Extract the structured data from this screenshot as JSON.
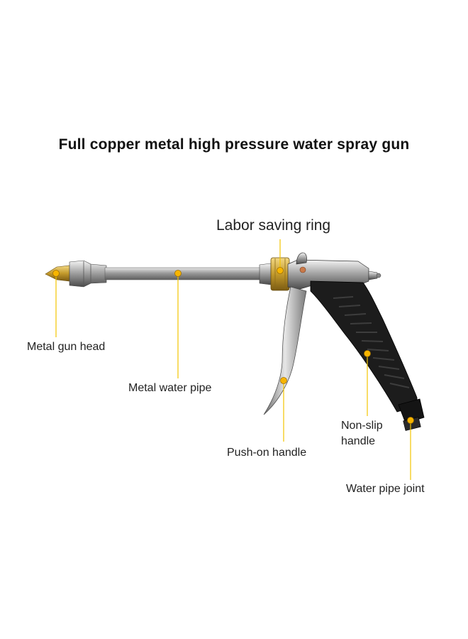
{
  "title": "Full copper metal high pressure water spray gun",
  "labels": {
    "gun_head": "Metal gun head",
    "water_pipe": "Metal water pipe",
    "labor_ring": "Labor saving ring",
    "push_handle": "Push-on handle",
    "non_slip": "Non-slip handle",
    "pipe_joint": "Water pipe joint"
  },
  "colors": {
    "callout_line": "#f2c400",
    "callout_dot": "#f7b500",
    "brass": "#c9a233",
    "handle": "#1c1c1c",
    "chrome": "#b8b8b8"
  }
}
